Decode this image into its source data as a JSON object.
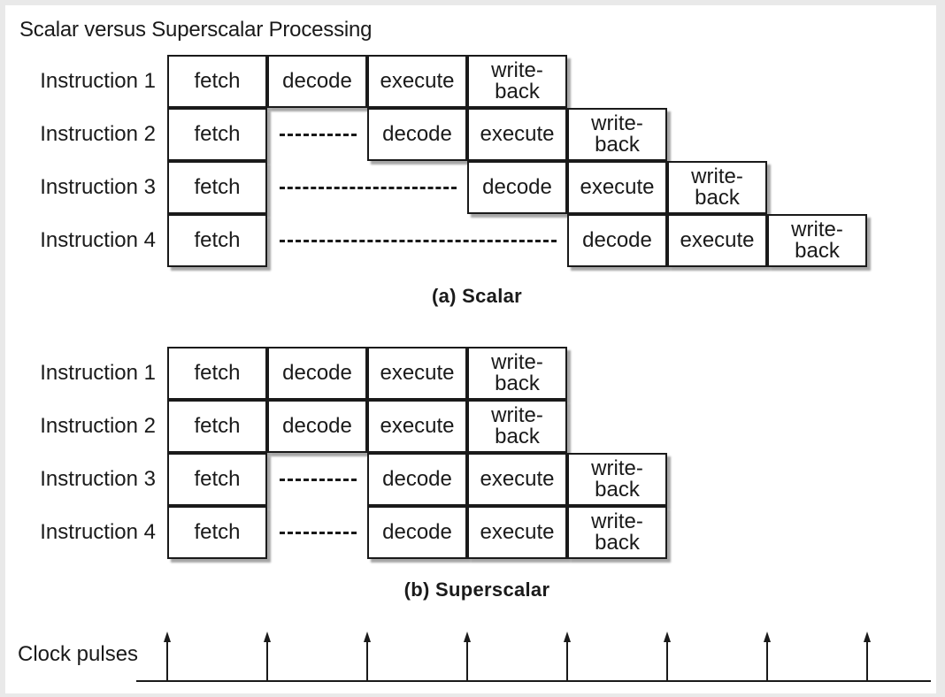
{
  "title": "Scalar versus Superscalar Processing",
  "scalar": {
    "caption": "(a) Scalar",
    "rows": [
      {
        "label": "Instruction 1",
        "start_delay": 0,
        "stages": [
          "fetch",
          "decode",
          "execute",
          "write-\nback"
        ],
        "wait_slots": 0
      },
      {
        "label": "Instruction 2",
        "stages": [
          "fetch",
          "decode",
          "execute",
          "write-\nback"
        ],
        "wait_slots": 1
      },
      {
        "label": "Instruction 3",
        "stages": [
          "fetch",
          "decode",
          "execute",
          "write-\nback"
        ],
        "wait_slots": 2
      },
      {
        "label": "Instruction 4",
        "stages": [
          "fetch",
          "decode",
          "execute",
          "write-\nback"
        ],
        "wait_slots": 3
      }
    ]
  },
  "superscalar": {
    "caption": "(b) Superscalar",
    "rows": [
      {
        "label": "Instruction 1",
        "stages": [
          "fetch",
          "decode",
          "execute",
          "write-\nback"
        ],
        "wait_slots": 0
      },
      {
        "label": "Instruction 2",
        "stages": [
          "fetch",
          "decode",
          "execute",
          "write-\nback"
        ],
        "wait_slots": 0
      },
      {
        "label": "Instruction 3",
        "stages": [
          "fetch",
          "decode",
          "execute",
          "write-\nback"
        ],
        "wait_slots": 1
      },
      {
        "label": "Instruction 4",
        "stages": [
          "fetch",
          "decode",
          "execute",
          "write-\nback"
        ],
        "wait_slots": 1
      }
    ]
  },
  "clock": {
    "label": "Clock pulses",
    "pulse_count": 8
  }
}
